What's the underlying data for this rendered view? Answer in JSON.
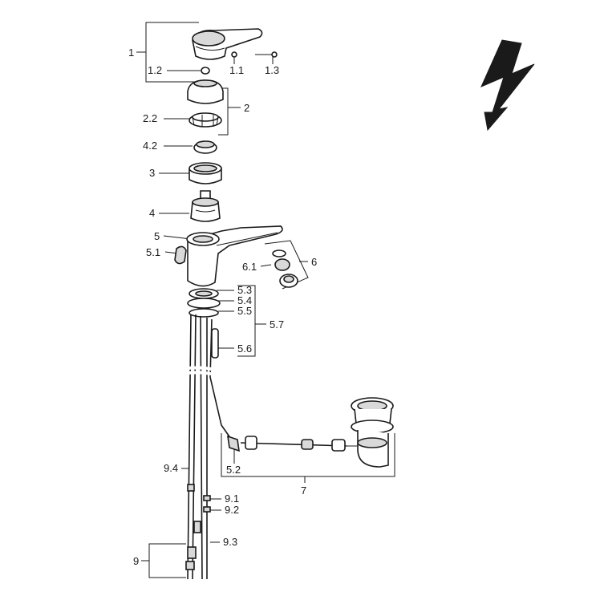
{
  "labels": [
    {
      "id": "1",
      "text": "1"
    },
    {
      "id": "1.1",
      "text": "1.1"
    },
    {
      "id": "1.2",
      "text": "1.2"
    },
    {
      "id": "1.3",
      "text": "1.3"
    },
    {
      "id": "2",
      "text": "2"
    },
    {
      "id": "2.2",
      "text": "2.2"
    },
    {
      "id": "4.2",
      "text": "4.2"
    },
    {
      "id": "3",
      "text": "3"
    },
    {
      "id": "4",
      "text": "4"
    },
    {
      "id": "5",
      "text": "5"
    },
    {
      "id": "5.1",
      "text": "5.1"
    },
    {
      "id": "6",
      "text": "6"
    },
    {
      "id": "6.1",
      "text": "6.1"
    },
    {
      "id": "5.3",
      "text": "5.3"
    },
    {
      "id": "5.4",
      "text": "5.4"
    },
    {
      "id": "5.5",
      "text": "5.5"
    },
    {
      "id": "5.7",
      "text": "5.7"
    },
    {
      "id": "5.6",
      "text": "5.6"
    },
    {
      "id": "5.2",
      "text": "5.2"
    },
    {
      "id": "7",
      "text": "7"
    },
    {
      "id": "9.4",
      "text": "9.4"
    },
    {
      "id": "9.1",
      "text": "9.1"
    },
    {
      "id": "9.2",
      "text": "9.2"
    },
    {
      "id": "9.3",
      "text": "9.3"
    },
    {
      "id": "9",
      "text": "9"
    }
  ],
  "colors": {
    "ink": "#1a1a1a",
    "background": "#ffffff"
  },
  "icons": {
    "symbol": "lightning-bolt-arrow-icon"
  }
}
